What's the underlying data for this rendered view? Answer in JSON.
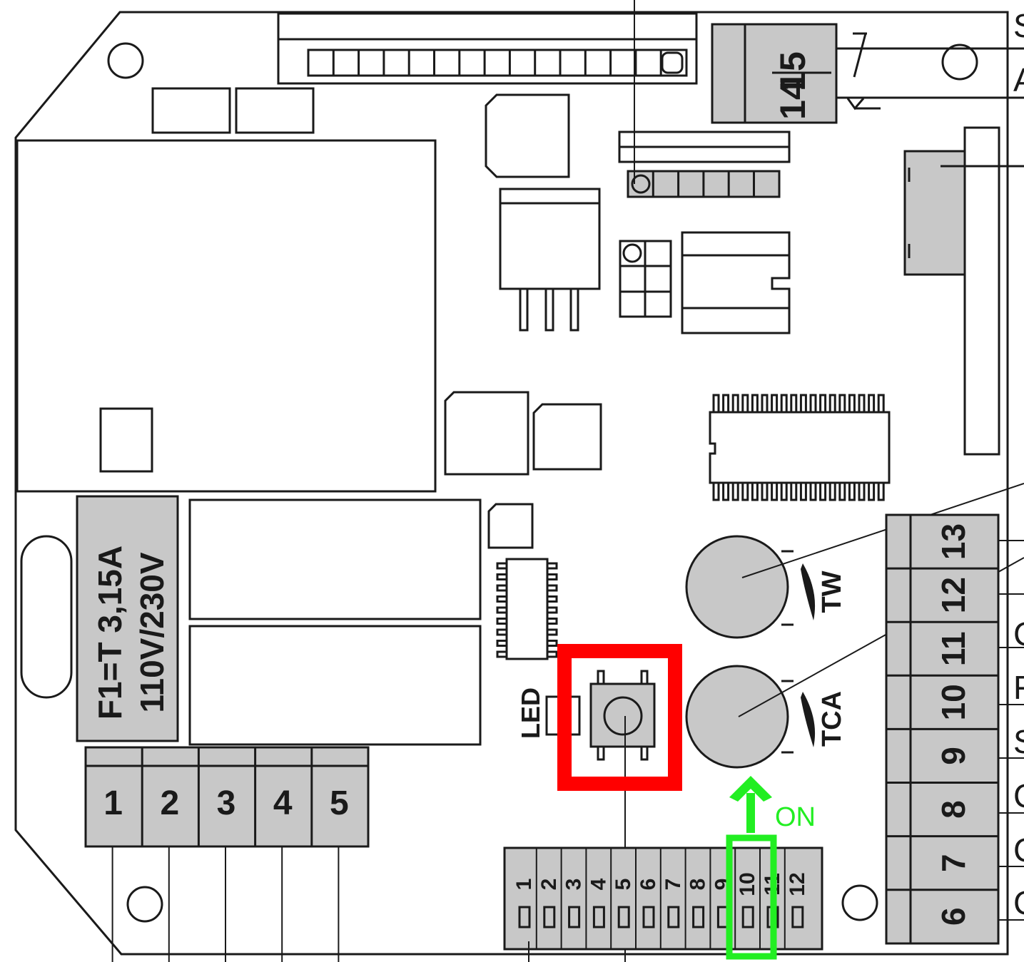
{
  "fuse_label_line1": "F1=T 3,15A",
  "fuse_label_line2": "110V/230V",
  "led_label": "LED",
  "pot_labels": [
    "TW",
    "TCA"
  ],
  "on_label": "ON",
  "annotation_colors": {
    "highlight_button": "#ff0000",
    "highlight_dip": "#22ee22",
    "arrow": "#22ee22"
  },
  "terminal_block_bottom_left": [
    "1",
    "2",
    "3",
    "4",
    "5"
  ],
  "terminal_block_right": [
    "13",
    "12",
    "11",
    "10",
    "9",
    "8",
    "7",
    "6"
  ],
  "terminal_block_top_right": [
    "15",
    "14"
  ],
  "dip_switches": [
    "1",
    "2",
    "3",
    "4",
    "5",
    "6",
    "7",
    "8",
    "9",
    "10",
    "11",
    "12"
  ],
  "dip_switch_highlighted": "10",
  "right_edge_letters": [
    "S",
    "A",
    "C",
    "F",
    "S",
    "C",
    "C",
    "C"
  ]
}
